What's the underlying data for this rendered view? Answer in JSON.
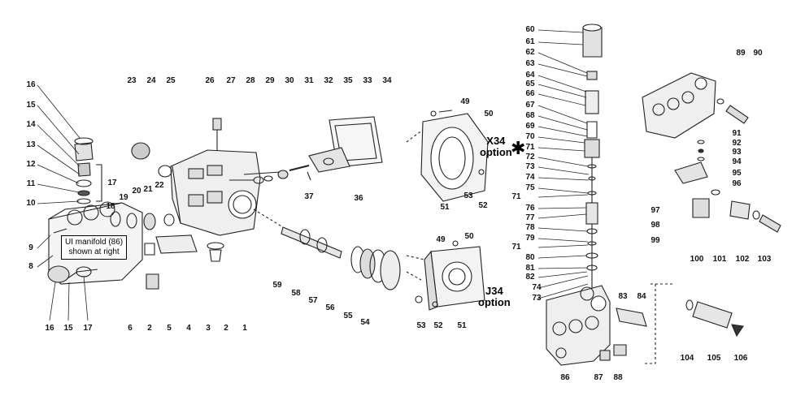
{
  "note": {
    "line1": "UI manifold (86)",
    "line2": "shown at right"
  },
  "options": {
    "x34_line1": "X34",
    "x34_line2": "option",
    "j34_line1": "J34",
    "j34_line2": "option",
    "star": "✱"
  },
  "numbers": [
    "16",
    "15",
    "14",
    "13",
    "12",
    "11",
    "10",
    "17",
    "9",
    "8",
    "16",
    "15",
    "17",
    "23",
    "24",
    "25",
    "26",
    "27",
    "28",
    "29",
    "30",
    "31",
    "32",
    "35",
    "33",
    "34",
    "18",
    "19",
    "20",
    "21",
    "22",
    "6",
    "2",
    "5",
    "4",
    "3",
    "2",
    "1",
    "37",
    "36",
    "59",
    "58",
    "57",
    "56",
    "55",
    "54",
    "49",
    "50",
    "51",
    "53",
    "52",
    "49",
    "50",
    "53",
    "52",
    "51",
    "60",
    "61",
    "62",
    "63",
    "64",
    "65",
    "66",
    "67",
    "68",
    "69",
    "70",
    "71",
    "72",
    "73",
    "74",
    "75",
    "71",
    "76",
    "77",
    "78",
    "79",
    "71",
    "80",
    "81",
    "82",
    "74",
    "73",
    "83",
    "84",
    "86",
    "87",
    "88",
    "89",
    "90",
    "91",
    "92",
    "93",
    "94",
    "95",
    "96",
    "97",
    "98",
    "99",
    "100",
    "101",
    "102",
    "103",
    "104",
    "105",
    "106"
  ]
}
